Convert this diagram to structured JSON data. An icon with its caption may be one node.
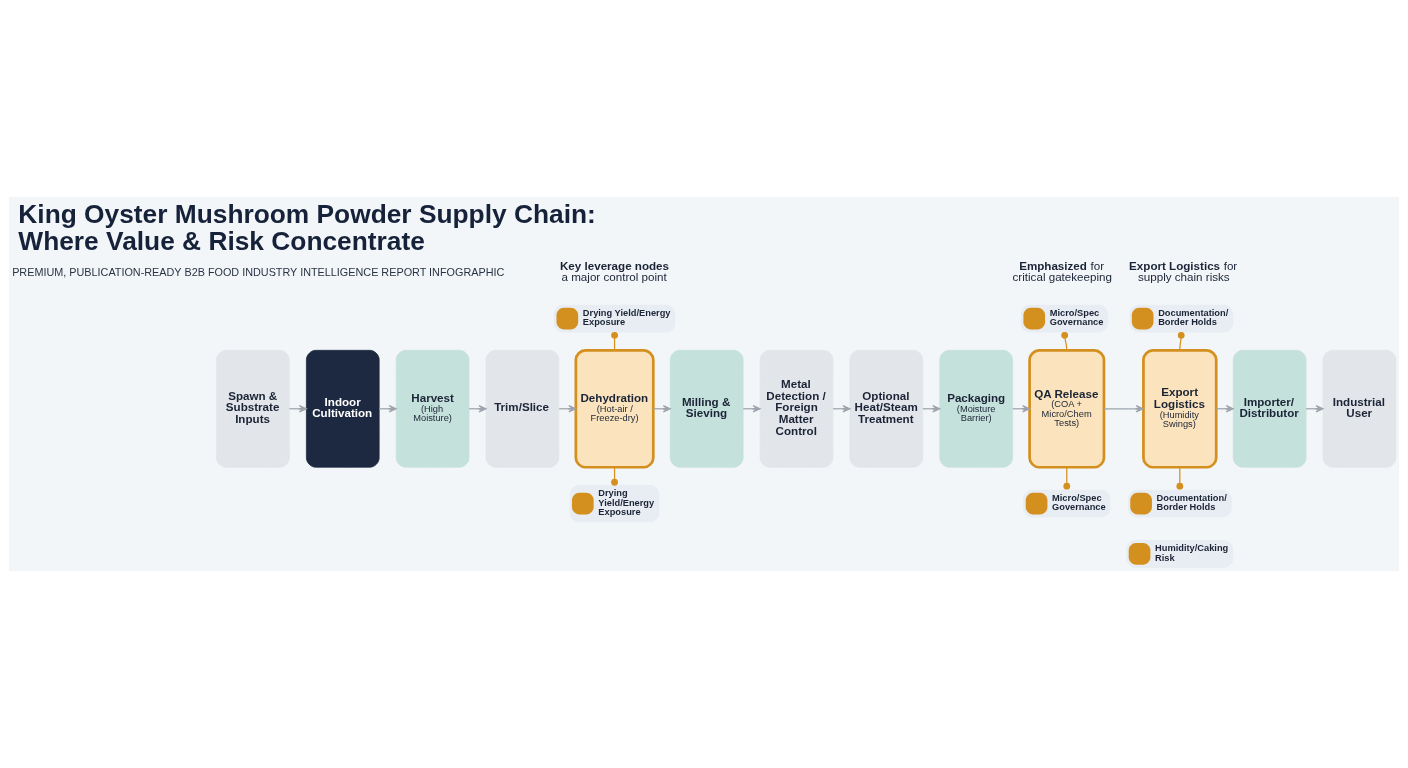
{
  "diagram": {
    "title": "King Oyster Mushroom Powder Supply Chain: Where Value & Risk Concentrate",
    "nodes": [
      {
        "text": [
          "Spawn & Substrate Inputs"
        ]
      },
      {
        "text": [
          "Indoor Cultivation"
        ]
      },
      {
        "text": [
          "Harvest",
          "(High Moisture)"
        ]
      },
      {
        "text": [
          "Trim/Slice"
        ]
      },
      {
        "text": [
          "Dehydration",
          "(Hot-air / Freeze-dry)"
        ]
      },
      {
        "text": [
          "Milling & Sieving"
        ]
      },
      {
        "text": [
          "Metal Detection / Foreign Matter Control"
        ]
      },
      {
        "text": [
          "Optional Heat/Steam Treatment"
        ]
      },
      {
        "text": [
          "Packaging",
          "(Moisture Barrier)"
        ]
      },
      {
        "text": [
          "QA Release",
          "(COA + Micro/Chem Tests)"
        ]
      },
      {
        "text": [
          "Export Logistics",
          "(Humidity Swings)"
        ]
      },
      {
        "text": [
          "Importer/ Distributor"
        ]
      },
      {
        "text": [
          "Industrial User"
        ]
      },
      {
        "text": [
          "Drying Yield/Energy Exposure"
        ]
      },
      {
        "text": [
          "Micro/Spec Governance"
        ]
      },
      {
        "text": [
          "Documentation/ Border Holds"
        ]
      },
      {
        "text": [
          "Drying Yield/Energy Exposure"
        ]
      },
      {
        "text": [
          "Micro/Spec Governance"
        ]
      },
      {
        "text": [
          "Documentation/ Border Holds"
        ]
      },
      {
        "text": [
          "Humidity/Caking Risk"
        ]
      }
    ],
    "edges": [
      {
        "from": 0,
        "to": 1,
        "arrow": "to"
      },
      {
        "from": 1,
        "to": 2,
        "arrow": "to"
      },
      {
        "from": 2,
        "to": 3,
        "arrow": "to"
      },
      {
        "from": 3,
        "to": 4,
        "arrow": "to"
      },
      {
        "from": 4,
        "to": 5,
        "arrow": "to"
      },
      {
        "from": 5,
        "to": 6,
        "arrow": "to"
      },
      {
        "from": 6,
        "to": 7,
        "arrow": "to"
      },
      {
        "from": 7,
        "to": 8,
        "arrow": "to"
      },
      {
        "from": 8,
        "to": 9,
        "arrow": "to"
      },
      {
        "from": 9,
        "to": 10,
        "arrow": "to"
      },
      {
        "from": 10,
        "to": 11,
        "arrow": "to"
      },
      {
        "from": 11,
        "to": 12,
        "arrow": "to"
      },
      {
        "from": 13,
        "to": 4,
        "arrow": "other",
        "color": "#d4901e"
      },
      {
        "from": 14,
        "to": 9,
        "arrow": "other",
        "color": "#d4901e"
      },
      {
        "from": 15,
        "to": 10,
        "arrow": "other",
        "color": "#d4901e"
      },
      {
        "from": 16,
        "to": 4,
        "arrow": "other",
        "color": "#d4901e"
      },
      {
        "from": 17,
        "to": 9,
        "arrow": "other",
        "color": "#d4901e"
      },
      {
        "from": 18,
        "to": 10,
        "arrow": "other",
        "color": "#d4901e"
      }
    ],
    "labels": [
      "PREMIUM, PUBLICATION-READY B2B FOOD INDUSTRY INTELLIGENCE REPORT INFOGRAPHIC",
      "**Key leverage nodes** a major control point",
      "**Emphasized** for critical gatekeeping",
      "**Export Logistics** for supply chain risks"
    ]
  }
}
